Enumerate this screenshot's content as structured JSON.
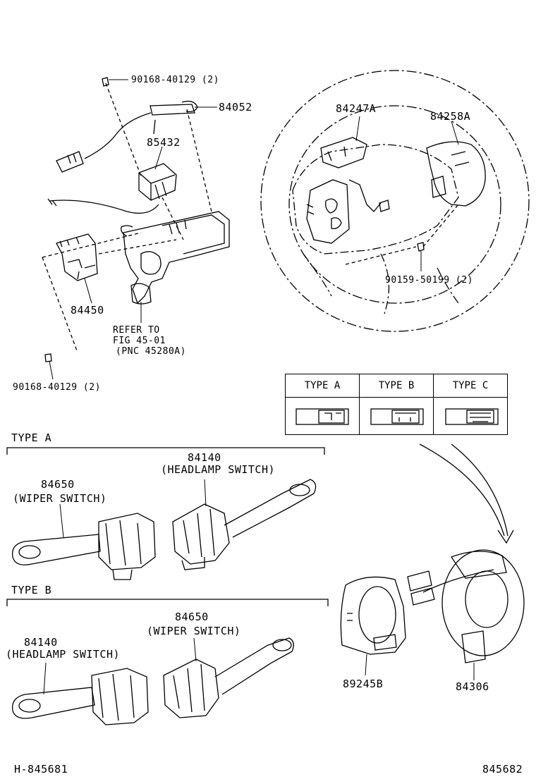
{
  "parts": {
    "screw_top": "90168-40129 (2)",
    "p84052": "84052",
    "p85432": "85432",
    "p84450": "84450",
    "refer": [
      "REFER TO",
      "FIG 45-01",
      "(PNC 45280A)"
    ],
    "screw_bottom": "90168-40129 (2)",
    "p84247A": "84247A",
    "p84258A": "84258A",
    "screw_wheel": "90159-50199 (2)",
    "p89245B": "89245B",
    "p84306": "84306"
  },
  "connector_table": {
    "headers": [
      "TYPE A",
      "TYPE B",
      "TYPE C"
    ]
  },
  "type_a": {
    "title": "TYPE A",
    "headlamp_no": "84140",
    "headlamp_name": "(HEADLAMP SWITCH)",
    "wiper_no": "84650",
    "wiper_name": "(WIPER SWITCH)"
  },
  "type_b": {
    "title": "TYPE B",
    "headlamp_no": "84140",
    "headlamp_name": "(HEADLAMP SWITCH)",
    "wiper_no": "84650",
    "wiper_name": "(WIPER SWITCH)"
  },
  "footer": {
    "left": "H-845681",
    "right": "845682"
  }
}
